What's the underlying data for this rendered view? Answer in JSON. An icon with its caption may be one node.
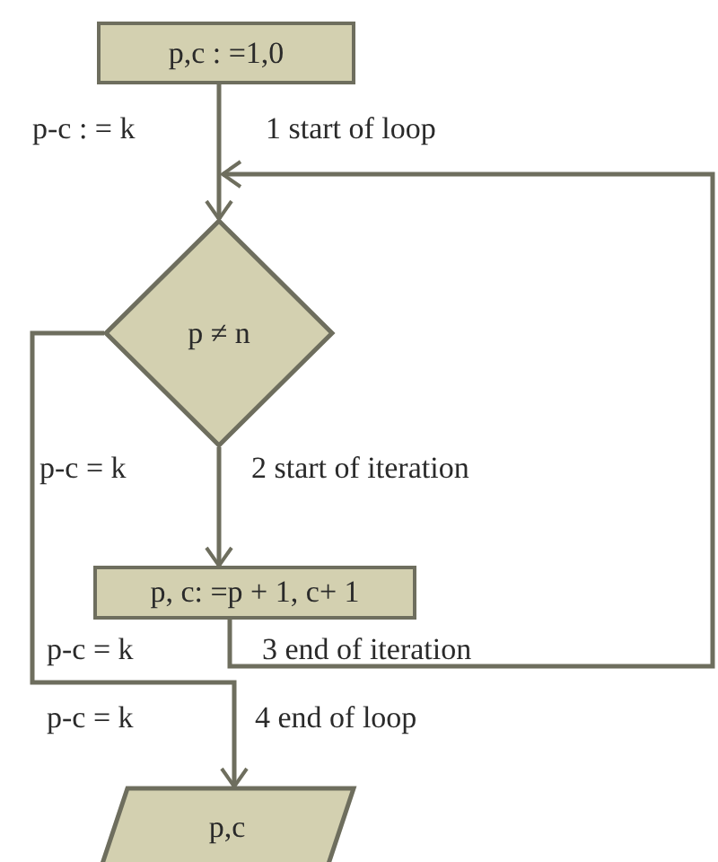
{
  "diagram": {
    "nodes": [
      {
        "text": [
          "p,c : =1,0"
        ]
      },
      {
        "text": [
          "p ≠ n"
        ]
      },
      {
        "text": [
          "p, c: =p + 1, c+ 1"
        ]
      },
      {
        "text": [
          "p,c"
        ]
      }
    ],
    "edges": [
      {
        "from": 0,
        "to": 1,
        "arrow": "to"
      },
      {
        "from": 1,
        "to": 2,
        "arrow": "to"
      },
      {
        "from": 2,
        "to": 1,
        "arrow": "to"
      },
      {
        "from": 1,
        "to": 3,
        "arrow": "to"
      }
    ],
    "labels": [
      "p-c : = k",
      "1 start of loop",
      "p-c = k",
      "2 start of iteration",
      "p-c = k",
      "3 end of iteration",
      "p-c = k",
      "4 end of loop"
    ]
  }
}
